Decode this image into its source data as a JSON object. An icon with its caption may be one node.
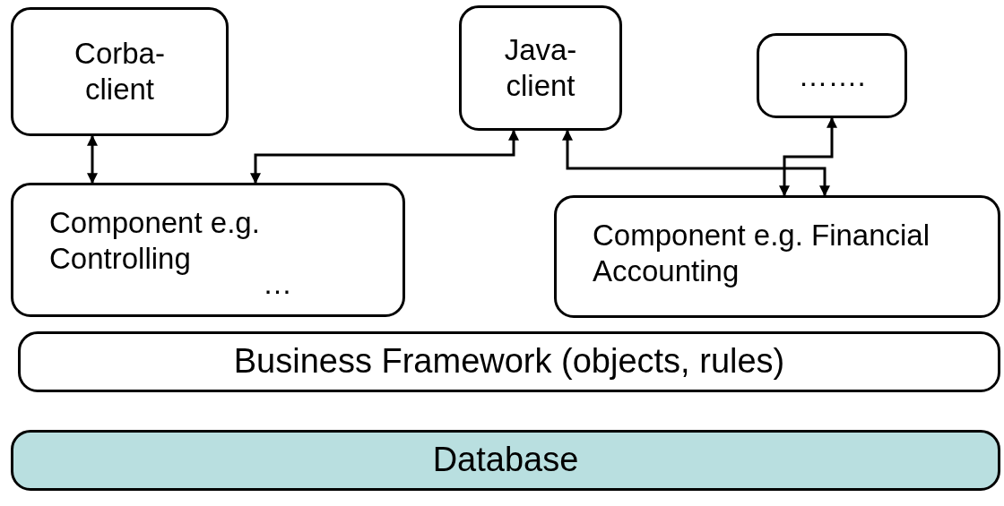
{
  "diagram": {
    "nodes": [
      {
        "text": [
          "Corba-client"
        ]
      },
      {
        "text": [
          "Java-client"
        ]
      },
      {
        "text": [
          "……."
        ]
      },
      {
        "text": [
          "Component e.g. Controlling",
          "…"
        ]
      },
      {
        "text": [
          "Component e.g. Financial Accounting"
        ]
      },
      {
        "text": [
          "Business Framework (objects, rules)"
        ]
      },
      {
        "text": [
          "Database"
        ]
      }
    ],
    "edges": [
      {
        "from": 0,
        "to": 3,
        "arrow": "both"
      },
      {
        "from": 1,
        "to": 3,
        "arrow": "both"
      },
      {
        "from": 1,
        "to": 4,
        "arrow": "both"
      },
      {
        "from": 2,
        "to": 4,
        "arrow": "both"
      }
    ]
  }
}
